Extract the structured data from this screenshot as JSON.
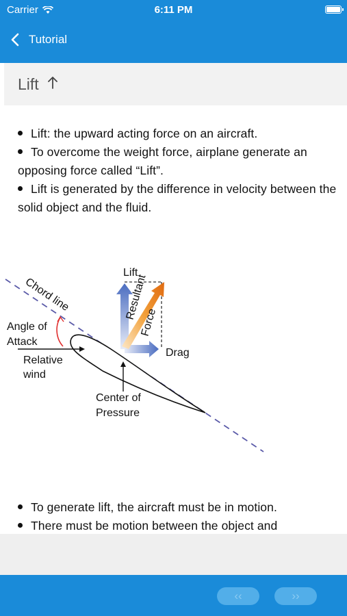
{
  "status": {
    "carrier": "Carrier",
    "time": "6:11 PM"
  },
  "nav": {
    "back_label": "Tutorial"
  },
  "section": {
    "title": "Lift"
  },
  "bullets_top": [
    "Lift: the upward acting force on an aircraft.",
    "To overcome the weight force, airplane generate an opposing force called “Lift”.",
    "Lift is generated by the difference in velocity between the solid object and the fluid."
  ],
  "diagram": {
    "labels": {
      "chord_line": "Chord line",
      "lift": "Lift",
      "resultant": "Resultant",
      "force": "Force",
      "drag": "Drag",
      "angle_of": "Angle of",
      "attack": "Attack",
      "relative": "Relative",
      "wind": "wind",
      "center_of": "Center of",
      "pressure": "Pressure"
    },
    "colors": {
      "lift_arrow": "#4f6fc0",
      "resultant_arrow": "#e06a10",
      "angle_arc": "#e03030",
      "chord": "#5a5aa8"
    }
  },
  "bullets_bottom": [
    "To generate lift, the aircraft must be in motion.",
    "There must be motion between the object and"
  ],
  "pager": {
    "prev_label": "‹‹",
    "next_label": "››"
  },
  "theme": {
    "primary": "#1a8bd9"
  }
}
